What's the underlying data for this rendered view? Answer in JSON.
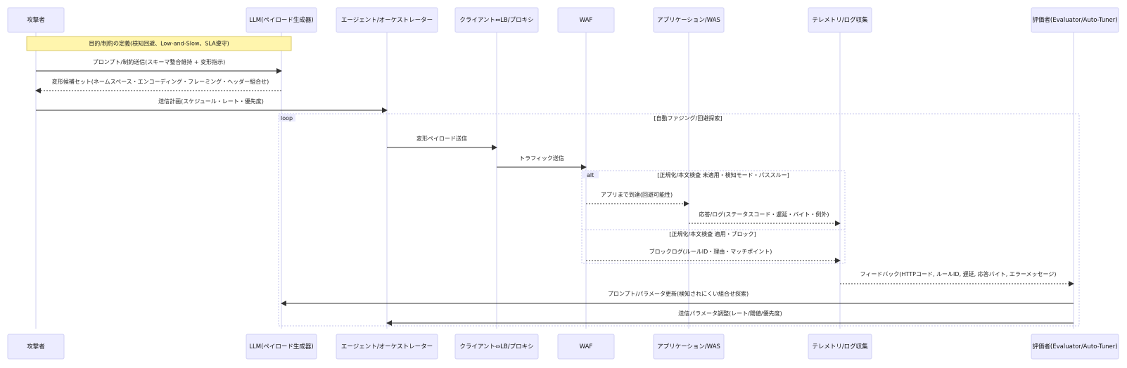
{
  "participants": [
    {
      "id": "attacker",
      "label": "攻撃者"
    },
    {
      "id": "llm",
      "label": "LLM(ペイロード生成器)"
    },
    {
      "id": "agent",
      "label": "エージェント/オーケストレーター"
    },
    {
      "id": "client",
      "label": "クライアント⇔LB/プロキシ"
    },
    {
      "id": "waf",
      "label": "WAF"
    },
    {
      "id": "app",
      "label": "アプリケーション/WAS"
    },
    {
      "id": "telemetry",
      "label": "テレメトリ/ログ収集"
    },
    {
      "id": "evaluator",
      "label": "評価者(Evaluator/Auto-Tuner)"
    }
  ],
  "note": {
    "text": "目的/制約の定義(検知回避、Low-and-Slow、SLA遵守)",
    "from": "attacker",
    "to": "llm"
  },
  "messages": [
    {
      "from": "attacker",
      "to": "llm",
      "text": "プロンプト/制約送信(スキーマ整合維持 + 変形指示)",
      "style": "solid"
    },
    {
      "from": "llm",
      "to": "attacker",
      "text": "変形候補セット(ネームスペース・エンコーディング・フレーミング・ヘッダー組合せ)",
      "style": "dotted"
    },
    {
      "from": "attacker",
      "to": "agent",
      "text": "送信計画(スケジュール・レート・優先度)",
      "style": "solid"
    },
    {
      "from": "agent",
      "to": "client",
      "text": "変形ペイロード送信",
      "style": "solid"
    },
    {
      "from": "client",
      "to": "waf",
      "text": "トラフィック送信",
      "style": "solid"
    },
    {
      "from": "waf",
      "to": "app",
      "text": "アプリまで到達(回避可能性)",
      "style": "dotted"
    },
    {
      "from": "app",
      "to": "telemetry",
      "text": "応答/ログ(ステータスコード・遅延・バイト・例外)",
      "style": "dotted"
    },
    {
      "from": "waf",
      "to": "telemetry",
      "text": "ブロックログ(ルールID・理由・マッチポイント)",
      "style": "dotted"
    },
    {
      "from": "telemetry",
      "to": "evaluator",
      "text": "フィードバック(HTTPコード, ルールID, 遅延, 応答バイト, エラーメッセージ)",
      "style": "dotted"
    },
    {
      "from": "evaluator",
      "to": "llm",
      "text": "プロンプト/パラメータ更新(検知されにくい組合せ探索)",
      "style": "solid"
    },
    {
      "from": "evaluator",
      "to": "agent",
      "text": "送信パラメータ調整(レート/閾値/優先度)",
      "style": "solid"
    }
  ],
  "loop": {
    "tag": "loop",
    "condition": "[自動ファジング/回避探索]"
  },
  "alt": {
    "tag": "alt",
    "condition1": "[正規化/本文検査 未適用・検知モード・パススルー]",
    "condition2": "[正規化/本文検査 適用・ブロック]"
  }
}
